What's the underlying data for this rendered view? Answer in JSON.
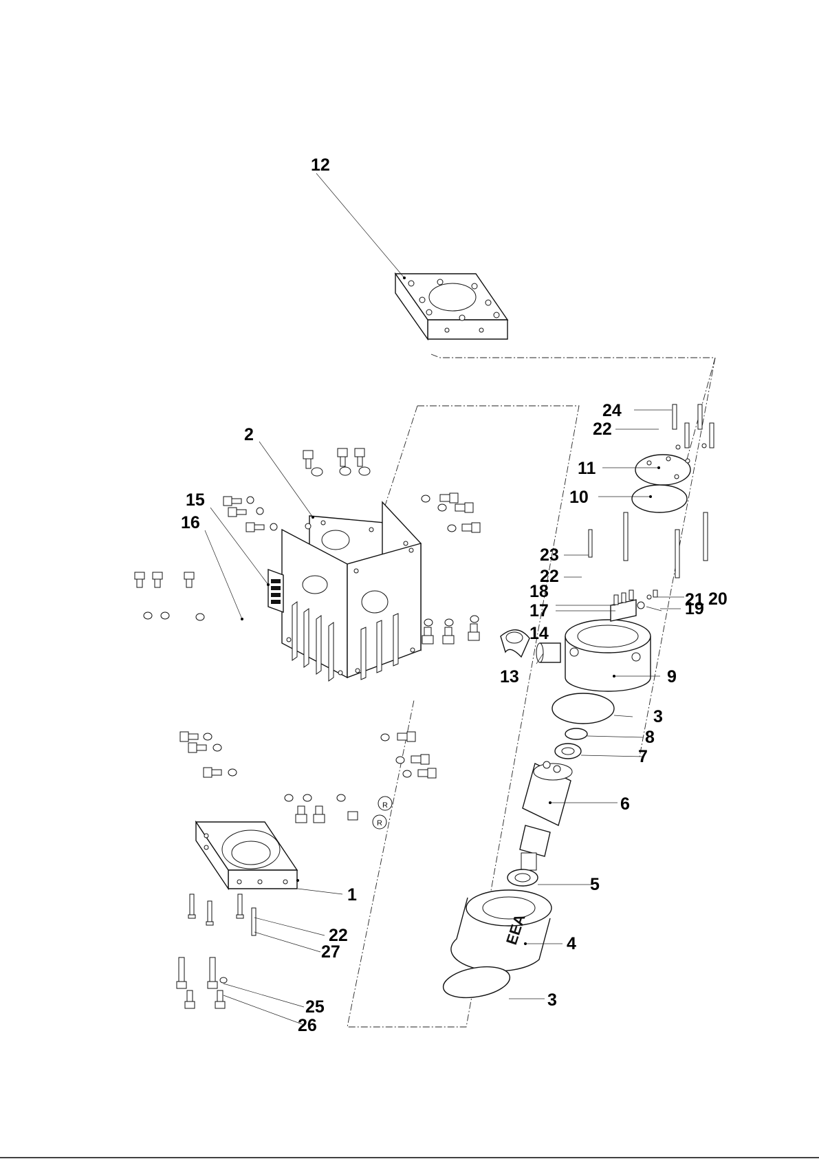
{
  "diagram": {
    "callouts": {
      "c1": "1",
      "c2": "2",
      "c3a": "3",
      "c3b": "3",
      "c4": "4",
      "c5": "5",
      "c6": "6",
      "c7": "7",
      "c8": "8",
      "c9": "9",
      "c10": "10",
      "c11": "11",
      "c12": "12",
      "c13": "13",
      "c14": "14",
      "c15": "15",
      "c16": "16",
      "c17": "17",
      "c18": "18",
      "c19": "19",
      "c20": "20",
      "c21": "21",
      "c22a": "22",
      "c22b": "22",
      "c22c": "22",
      "c23": "23",
      "c24": "24",
      "c25": "25",
      "c26": "26",
      "c27": "27"
    },
    "motor_logo": "EEA",
    "marker_r1": "R",
    "marker_r2": "R"
  }
}
